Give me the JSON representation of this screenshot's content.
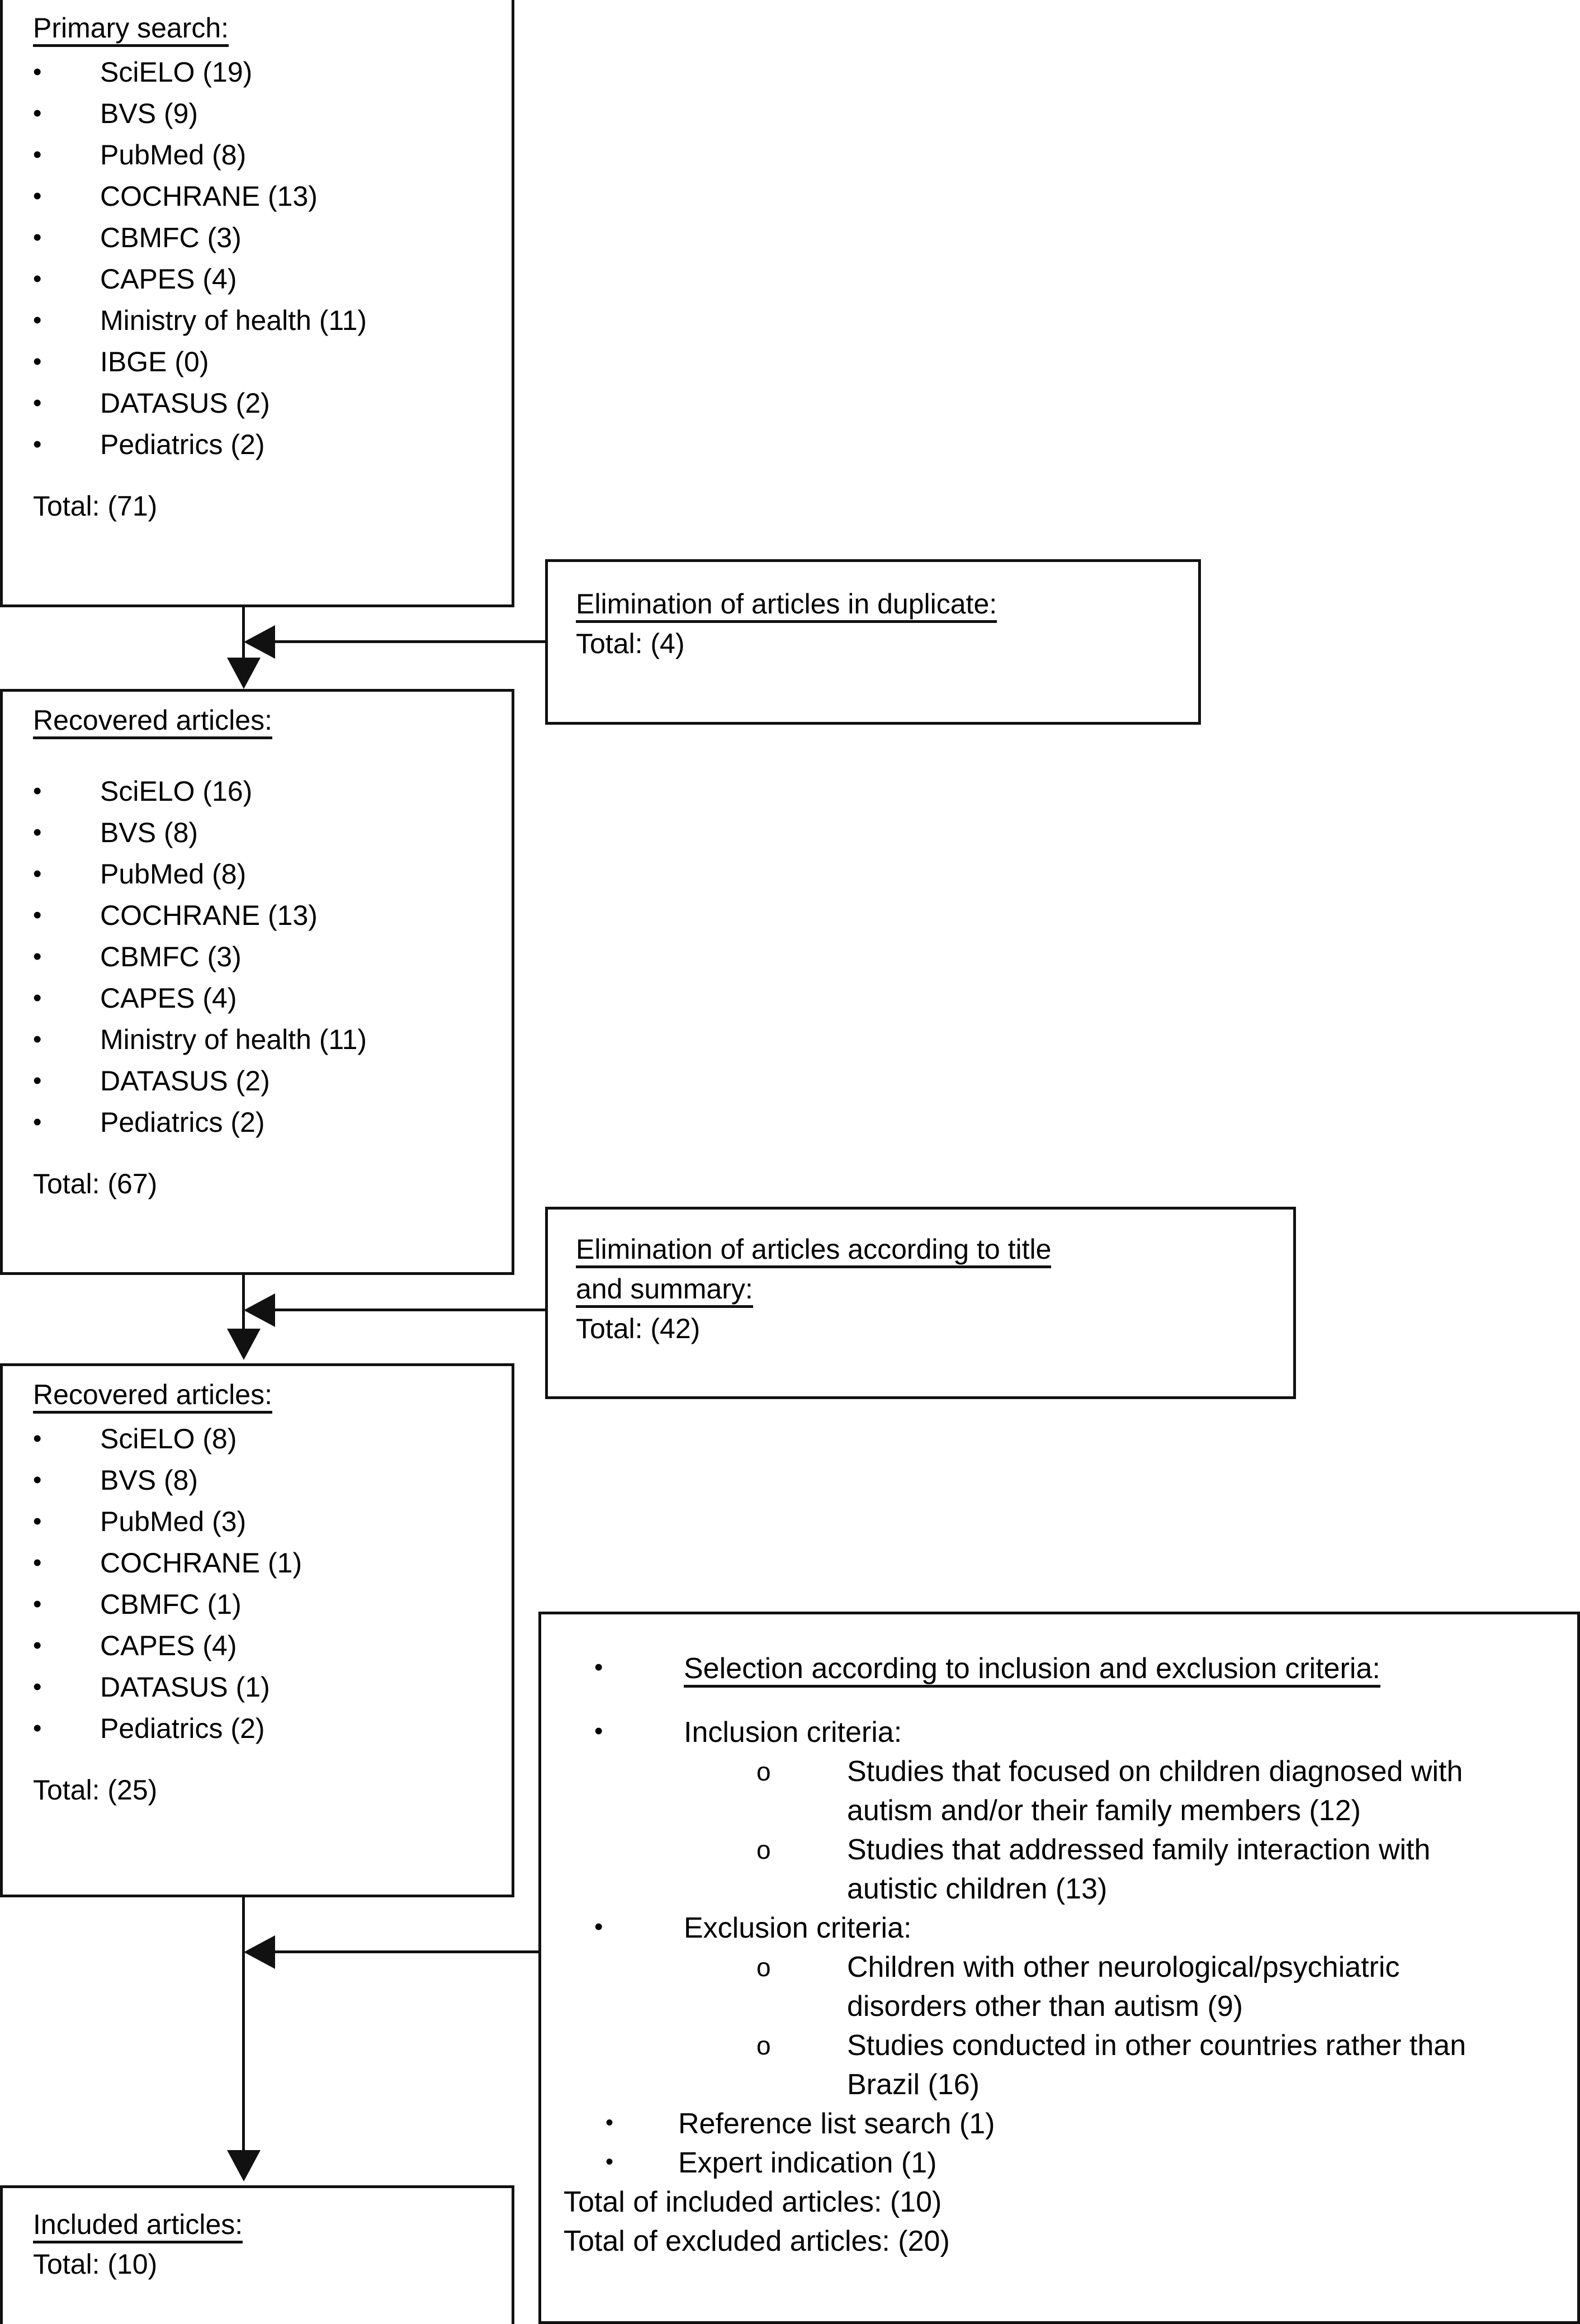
{
  "diagram": {
    "title": "Article selection flowchart",
    "type": "prisma-flow"
  },
  "boxes": {
    "primary_search": {
      "heading": "Primary search:",
      "items": [
        "SciELO (19)",
        "BVS (9)",
        "PubMed (8)",
        "COCHRANE (13)",
        "CBMFC (3)",
        "CAPES (4)",
        "Ministry of health (11)",
        "IBGE (0)",
        "DATASUS (2)",
        "Pediatrics (2)"
      ],
      "total": "Total: (71)"
    },
    "elimination_duplicate": {
      "heading": "Elimination of articles in duplicate:",
      "total": "Total: (4)"
    },
    "recovered_1": {
      "heading": "Recovered articles:",
      "items": [
        "SciELO (16)",
        "BVS (8)",
        "PubMed (8)",
        "COCHRANE (13)",
        "CBMFC (3)",
        "CAPES (4)",
        "Ministry of health (11)",
        "DATASUS (2)",
        "Pediatrics (2)"
      ],
      "total": "Total: (67)"
    },
    "elimination_title_summary": {
      "heading_line1": "Elimination of articles according to title",
      "heading_line2": "and summary:",
      "total": "Total: (42)"
    },
    "recovered_2": {
      "heading": "Recovered articles:",
      "items": [
        "SciELO (8)",
        "BVS (8)",
        "PubMed (3)",
        "COCHRANE (1)",
        "CBMFC (1)",
        "CAPES (4)",
        "DATASUS (1)",
        "Pediatrics (2)"
      ],
      "total": "Total: (25)"
    },
    "selection_criteria": {
      "heading": "Selection according to inclusion and exclusion criteria:",
      "inclusion_label": "Inclusion criteria:",
      "inclusion_items": [
        "Studies that focused on children diagnosed with autism and/or their family members (12)",
        "Studies that addressed family interaction with autistic children (13)"
      ],
      "exclusion_label": "Exclusion criteria:",
      "exclusion_items": [
        "Children with other neurological/psychiatric disorders other than autism (9)",
        "Studies conducted in other countries rather than Brazil (16)"
      ],
      "extra_sources": [
        "Reference list search (1)",
        "Expert indication (1)"
      ],
      "total_included": "Total of included articles: (10)",
      "total_excluded": "Total of excluded articles: (20)"
    },
    "included_articles": {
      "heading": "Included articles:",
      "total": "Total: (10)"
    }
  },
  "colors": {
    "stroke": "#111111",
    "background": "#ffffff",
    "text": "#000000"
  }
}
